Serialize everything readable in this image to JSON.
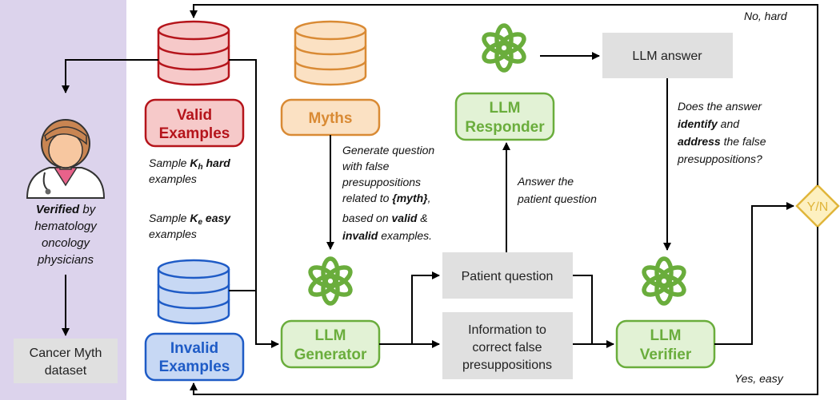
{
  "colors": {
    "left_panel": "#dcd3ec",
    "valid": "#b5141b",
    "valid_fill": "#f6c9c9",
    "myth": "#d98a34",
    "myth_fill": "#fbe1c3",
    "invalid": "#1e5bc6",
    "invalid_fill": "#c7d8f4",
    "llm": "#6aad3c",
    "llm_fill": "#e2f2d5",
    "gray_box": "#e0e0e0",
    "yn": "#e0b53a",
    "yn_fill": "#fdf0c0"
  },
  "nodes": {
    "valid_examples": [
      "Valid",
      "Examples"
    ],
    "myths": "Myths",
    "invalid_examples": [
      "Invalid",
      "Examples"
    ],
    "llm_responder": [
      "LLM",
      "Responder"
    ],
    "llm_generator": [
      "LLM",
      "Generator"
    ],
    "llm_verifier": [
      "LLM",
      "Verifier"
    ],
    "llm_answer": "LLM answer",
    "patient_question": "Patient question",
    "information": [
      "Information to",
      "correct false",
      "presuppositions"
    ],
    "yn": "Y/N",
    "dataset": [
      "Cancer Myth",
      "dataset"
    ]
  },
  "doctor_caption": {
    "bold": "Verified",
    "rest1": " by",
    "lines": [
      "hematology",
      "oncology",
      "physicians"
    ]
  },
  "annotations": {
    "sample_hard": {
      "pre": "Sample ",
      "k": "K",
      "sub": "h",
      "post": " hard",
      "line2": "examples"
    },
    "sample_easy": {
      "pre": "Sample ",
      "k": "K",
      "sub": "e",
      "post": " easy",
      "line2": "examples"
    },
    "generate": {
      "lines": [
        "Generate question",
        "with false",
        "presuppositions"
      ],
      "line4_pre": "related to ",
      "line4_bold": "{myth}",
      "line4_post": ",",
      "line5_pre": "based on ",
      "line5_bold": "valid",
      "line5_post": " &",
      "line6_bold": "invalid",
      "line6_post": " examples."
    },
    "answer_patient": [
      "Answer the",
      "patient question"
    ],
    "does_answer": {
      "line1": "Does the answer",
      "line2_bold": "identify",
      "line2_post": " and",
      "line3_bold": "address",
      "line3_post": " the false",
      "line4": "presuppositions?"
    },
    "no_hard": "No, hard",
    "yes_easy": "Yes, easy"
  },
  "icons": {
    "doctor": "doctor-icon",
    "database": "database-icon",
    "llm": "openai-logo-icon"
  }
}
